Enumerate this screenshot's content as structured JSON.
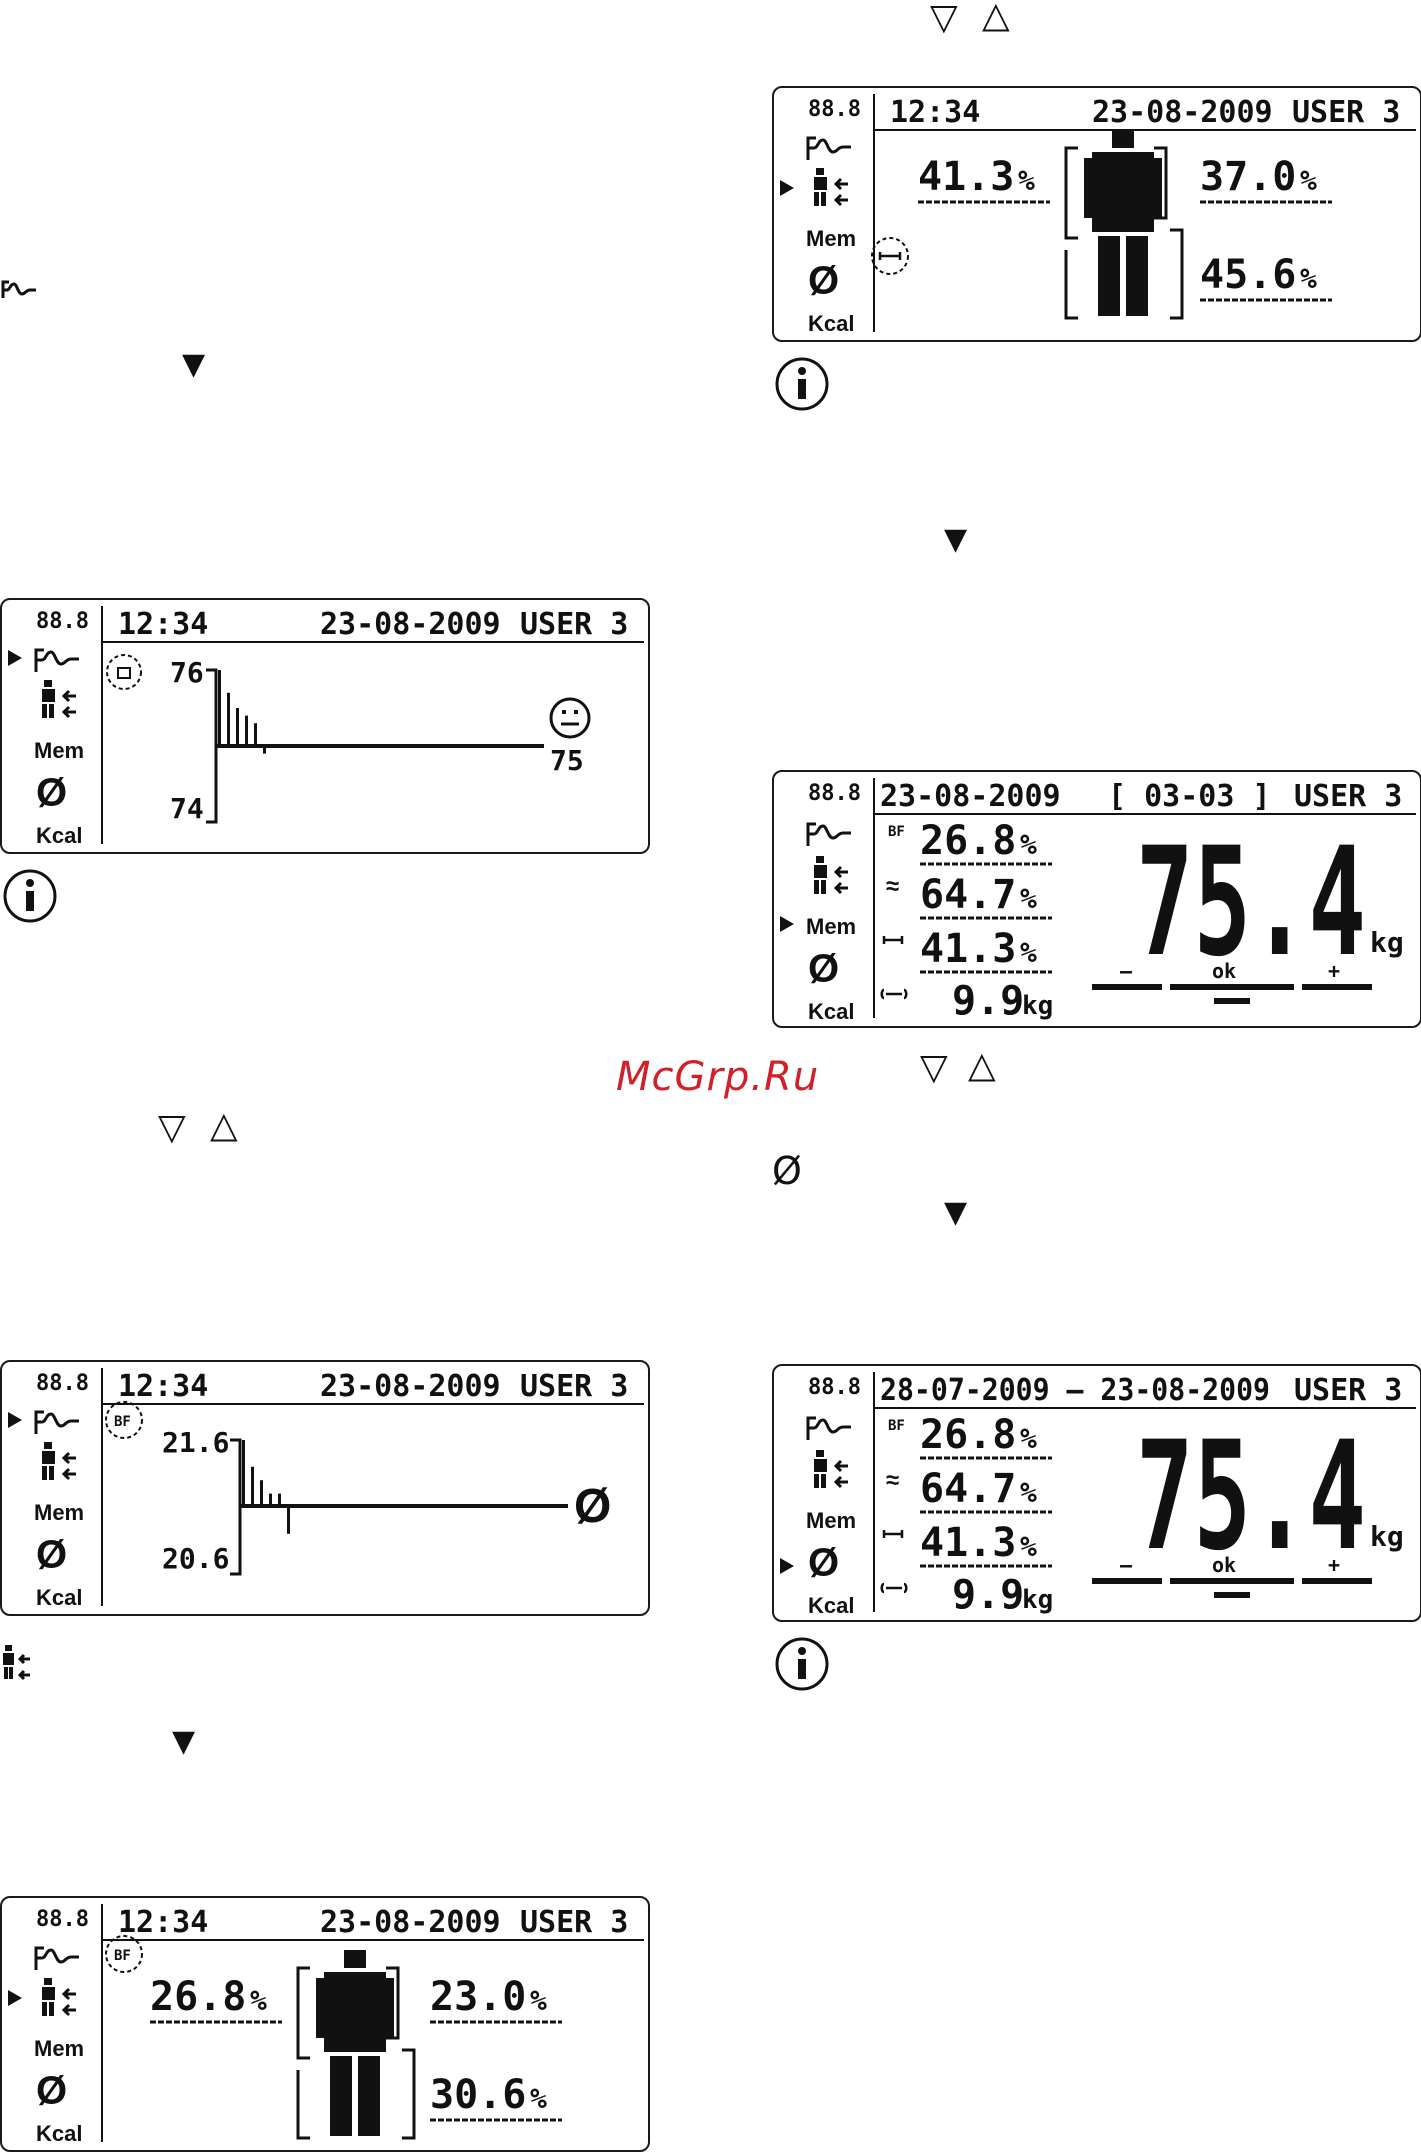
{
  "page": {
    "watermark": "McGrp.Ru",
    "symbols": {
      "arrow_down": "▼",
      "down": "▽",
      "up": "△",
      "avg": "Ø"
    }
  },
  "sidebar": {
    "seg": "88.8",
    "mem": "Mem",
    "avg": "Ø",
    "kcal": "Kcal"
  },
  "screen1": {
    "time": "12:34",
    "date": "23-08-2009",
    "user": "USER 3",
    "y_top": "76",
    "y_bottom": "74",
    "current": "75",
    "chart_data": {
      "type": "bar",
      "values": [
        76,
        75.7,
        75.5,
        75.4,
        75.3,
        74.9
      ],
      "ylim": [
        74,
        76
      ]
    }
  },
  "screen2": {
    "time": "12:34",
    "date": "23-08-2009",
    "user": "USER 3",
    "indicator": "BF",
    "y_top": "21.6",
    "y_bottom": "20.6",
    "current": "Ø",
    "chart_data": {
      "type": "bar",
      "values": [
        21.6,
        21.4,
        21.3,
        21.2,
        21.2,
        20.9
      ],
      "ylim": [
        20.6,
        21.6
      ]
    }
  },
  "screen3": {
    "time": "12:34",
    "date": "23-08-2009",
    "user": "USER 3",
    "indicator": "BF",
    "left": "26.8",
    "right_top": "23.0",
    "right_bottom": "30.6",
    "unit": "%"
  },
  "screen4": {
    "time": "12:34",
    "date": "23-08-2009",
    "user": "USER 3",
    "left": "41.3",
    "right_top": "37.0",
    "right_bottom": "45.6",
    "unit": "%"
  },
  "screen5": {
    "date": "23-08-2009",
    "range": "[ 03-03 ]",
    "user": "USER 3",
    "bf_label": "BF",
    "bf": "26.8",
    "water_label": "≈",
    "water": "64.7",
    "muscle": "41.3",
    "bone": "9.9",
    "pct": "%",
    "kg": "kg",
    "weight": "75.4",
    "scale_minus": "–",
    "scale_ok": "ok",
    "scale_plus": "+"
  },
  "screen6": {
    "date": "28-07-2009 — 23-08-2009",
    "user": "USER 3",
    "bf_label": "BF",
    "bf": "26.8",
    "water_label": "≈",
    "water": "64.7",
    "muscle": "41.3",
    "bone": "9.9",
    "pct": "%",
    "kg": "kg",
    "weight": "75.4",
    "scale_minus": "–",
    "scale_ok": "ok",
    "scale_plus": "+"
  }
}
